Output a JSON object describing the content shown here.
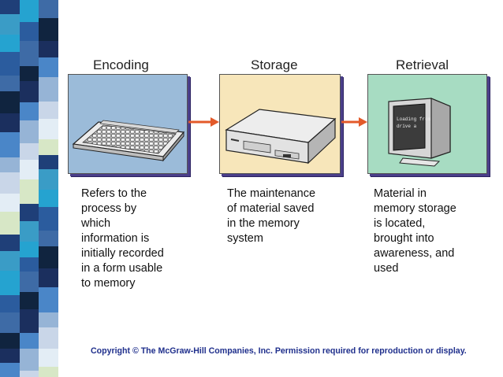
{
  "stages": [
    {
      "label": "Encoding",
      "description": "Refers to the\nprocess by\nwhich\ninformation is\ninitially recorded\nin a form usable\nto memory",
      "panel_color": "#9bbbd9",
      "icon": "keyboard-icon"
    },
    {
      "label": "Storage",
      "description": "The maintenance\nof material saved\nin the memory\nsystem",
      "panel_color": "#f7e6ba",
      "icon": "computer-case-icon"
    },
    {
      "label": "Retrieval",
      "description": "Material in\nmemory storage\nis located,\nbrought into\nawareness, and\nused",
      "panel_color": "#a7dcc2",
      "icon": "monitor-icon"
    }
  ],
  "monitor_screen_text": [
    "Loading from",
    "drive a"
  ],
  "arrow_color": "#e35a2a",
  "copyright": "Copyright © The McGraw-Hill Companies, Inc. Permission required for reproduction or display.",
  "strip_colors": [
    "#1f3f78",
    "#4a86c8",
    "#25a3d0",
    "#c9d6e8",
    "#3e6ba6",
    "#d7e7c6",
    "#1b2f5e",
    "#3a9cc6",
    "#96b4d6",
    "#2b5c9e",
    "#e3edf5",
    "#10243f"
  ]
}
